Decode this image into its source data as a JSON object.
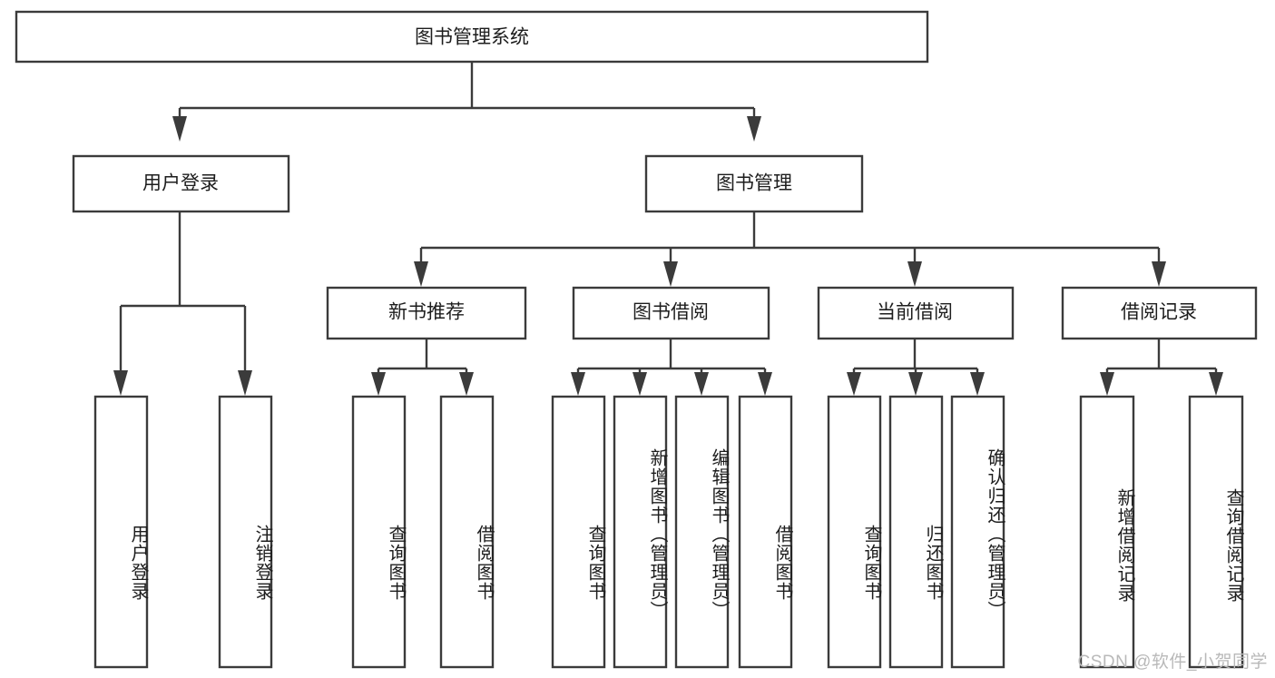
{
  "diagram": {
    "type": "tree-hierarchy",
    "title": "图书管理系统",
    "background_color": "#ffffff",
    "line_color": "#3b3b3b",
    "text_color": "#1d1d1d",
    "root": {
      "id": "root",
      "label": "图书管理系统",
      "orientation": "horizontal"
    },
    "level1": [
      {
        "id": "user-login",
        "label": "用户登录",
        "orientation": "horizontal"
      },
      {
        "id": "book-manage",
        "label": "图书管理",
        "orientation": "horizontal"
      }
    ],
    "level2": [
      {
        "id": "new-book-recommend",
        "label": "新书推荐",
        "orientation": "horizontal",
        "parent": "book-manage"
      },
      {
        "id": "book-borrow",
        "label": "图书借阅",
        "orientation": "horizontal",
        "parent": "book-manage"
      },
      {
        "id": "current-borrow",
        "label": "当前借阅",
        "orientation": "horizontal",
        "parent": "book-manage"
      },
      {
        "id": "borrow-record",
        "label": "借阅记录",
        "orientation": "horizontal",
        "parent": "book-manage"
      }
    ],
    "leaves": {
      "user_login": [
        {
          "id": "leaf-user-login",
          "label": "用户登录",
          "orientation": "vertical"
        },
        {
          "id": "leaf-logout",
          "label": "注销登录",
          "orientation": "vertical"
        }
      ],
      "new_book_recommend": [
        {
          "id": "leaf-query-book-1",
          "label": "查询图书",
          "orientation": "vertical"
        },
        {
          "id": "leaf-borrow-book-1",
          "label": "借阅图书",
          "orientation": "vertical"
        }
      ],
      "book_borrow": [
        {
          "id": "leaf-query-book-2",
          "label": "查询图书",
          "orientation": "vertical"
        },
        {
          "id": "leaf-add-book",
          "label": "新增图书（管理员）",
          "orientation": "vertical"
        },
        {
          "id": "leaf-edit-book",
          "label": "编辑图书（管理员）",
          "orientation": "vertical"
        },
        {
          "id": "leaf-borrow-book-2",
          "label": "借阅图书",
          "orientation": "vertical"
        }
      ],
      "current_borrow": [
        {
          "id": "leaf-query-book-3",
          "label": "查询图书",
          "orientation": "vertical"
        },
        {
          "id": "leaf-return-book",
          "label": "归还图书",
          "orientation": "vertical"
        },
        {
          "id": "leaf-confirm-return",
          "label": "确认归还（管理员）",
          "orientation": "vertical"
        }
      ],
      "borrow_record": [
        {
          "id": "leaf-add-record",
          "label": "新增借阅记录",
          "orientation": "vertical"
        },
        {
          "id": "leaf-query-record",
          "label": "查询借阅记录",
          "orientation": "vertical"
        }
      ]
    }
  },
  "watermark": {
    "text": "CSDN @软件_小贺同学"
  }
}
